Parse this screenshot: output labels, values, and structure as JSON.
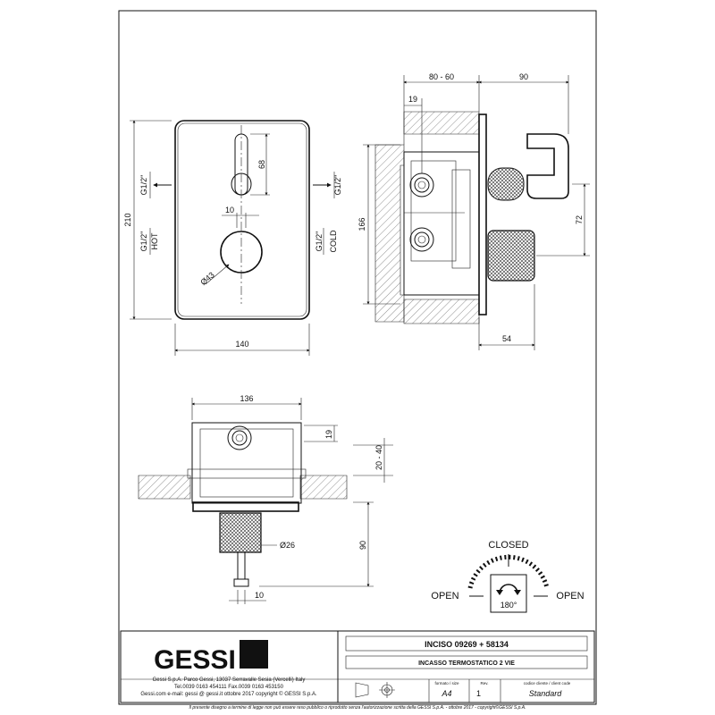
{
  "front_view": {
    "dim_width": "140",
    "dim_height": "210",
    "dim_68": "68",
    "dim_10": "10",
    "dim_diam43": "Ø43",
    "port_left_top": "G1/2\"",
    "port_left_bottom": "G1/2\"",
    "port_left_bottom_sub": "HOT",
    "port_right_top": "G1/2\"",
    "port_right_bottom": "G1/2\"",
    "port_right_bottom_sub": "COLD"
  },
  "side_view": {
    "dim_80_60": "80 - 60",
    "dim_90": "90",
    "dim_19": "19",
    "dim_166": "166",
    "dim_72": "72",
    "dim_54": "54"
  },
  "top_view": {
    "dim_136": "136",
    "dim_19": "19",
    "dim_20_40": "20 - 40",
    "dim_90": "90",
    "dim_diam26": "Ø26",
    "dim_10": "10"
  },
  "rotation": {
    "closed": "CLOSED",
    "open_left": "OPEN",
    "open_right": "OPEN",
    "angle": "180°"
  },
  "title_block": {
    "logo": "GESSI",
    "product": "INCISO  09269 + 58134",
    "description": "INCASSO TERMOSTATICO 2 VIE",
    "company_line1": "Gessi S.p.A. Parco Gessi, 13037 Serravalle Sesia (Vercelli) Italy",
    "company_line2": "Tel.0039  0163  454111  Fax.0039  0163  453150",
    "company_line3": "Gessi.com  e-mail: gessi @ gessi.it   ottobre  2017   copyright © GESSI  S.p.A.",
    "format_label": "formato / size",
    "format_value": "A4",
    "rev_label": "Rev.",
    "rev_value": "1",
    "client_label": "codice cliente / client code",
    "client_value": "Standard",
    "legal": "Il presente disegno a termine di legge non può essere reso pubblico o riprodotto senza l'autorizzazione scritta della GESSI S.p.A. - ottobre 2017 - copyright©GESSI S.p.A."
  }
}
